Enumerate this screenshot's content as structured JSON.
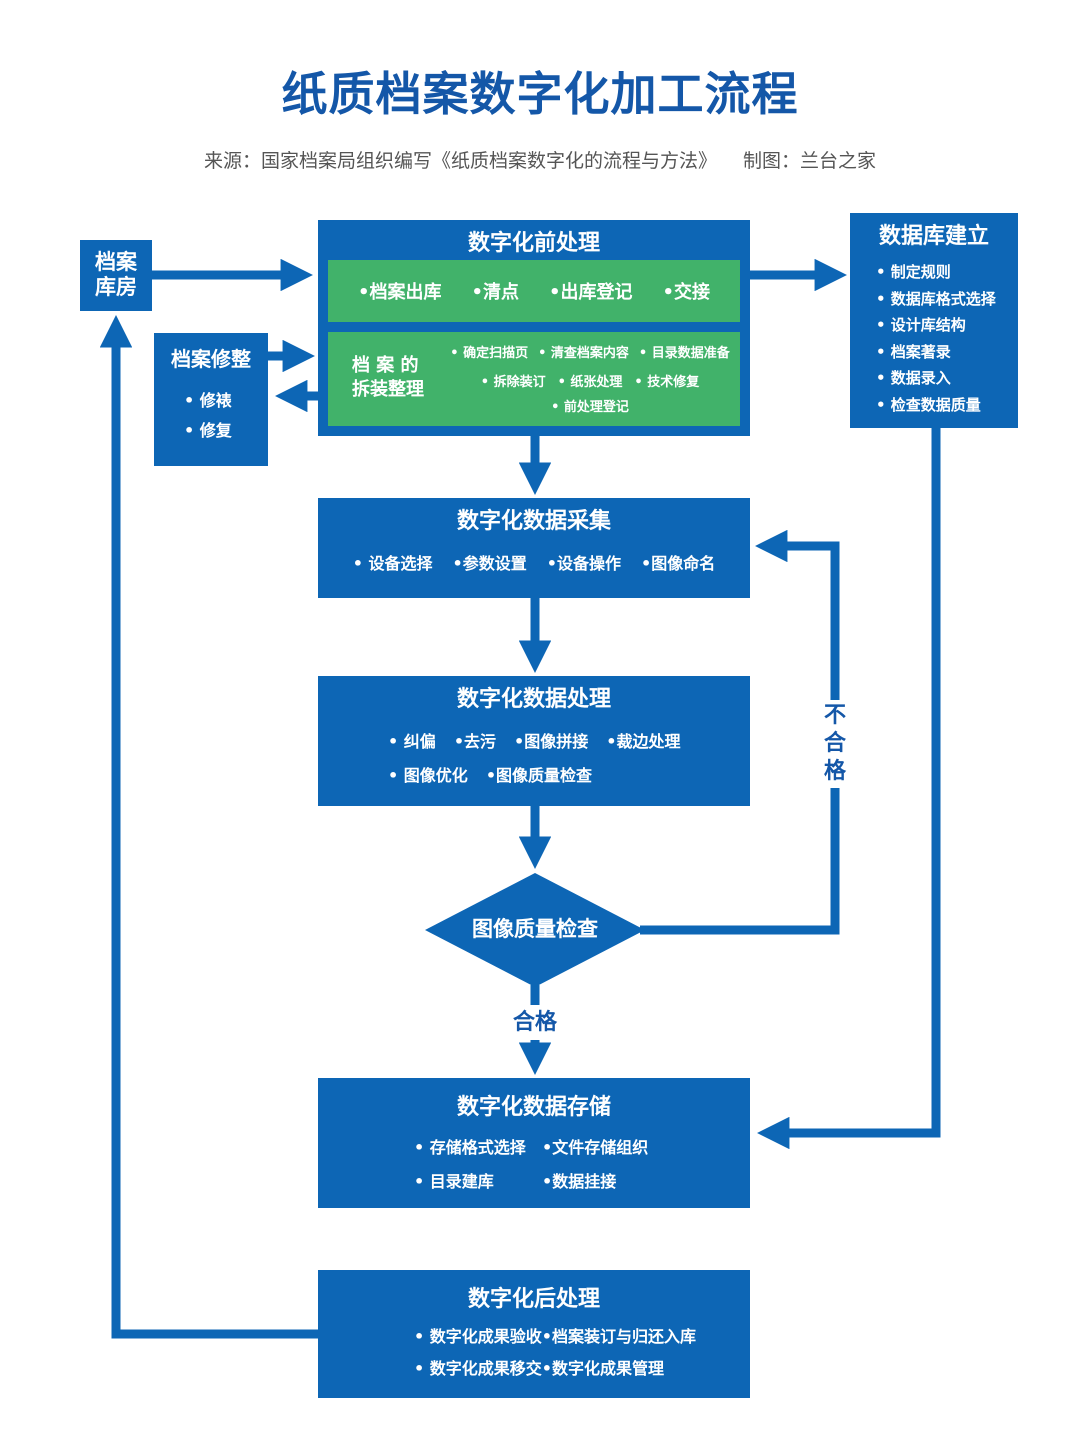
{
  "header": {
    "title": "纸质档案数字化加工流程",
    "source": "来源：国家档案局组织编写《纸质档案数字化的流程与方法》",
    "author": "制图：兰台之家"
  },
  "colors": {
    "primary": "#0d66b5",
    "green": "#41b26a",
    "title": "#1457a8"
  },
  "nodes": {
    "archive_storage": {
      "line1": "档案",
      "line2": "库房"
    },
    "archive_repair": {
      "title": "档案修整",
      "items": [
        "• 修裱",
        "• 修复"
      ]
    },
    "pre_processing": {
      "title": "数字化前处理",
      "step1_items": [
        "•档案出库",
        "•清点",
        "•出库登记",
        "•交接"
      ],
      "dismantle_label_1": "档 案 的",
      "dismantle_label_2": "拆装整理",
      "dismantle_row1": [
        "• 确定扫描页",
        "• 清查档案内容",
        "• 目录数据准备"
      ],
      "dismantle_row2": [
        "• 拆除装订",
        "• 纸张处理",
        "• 技术修复"
      ],
      "dismantle_row3": [
        "• 前处理登记"
      ]
    },
    "database": {
      "title": "数据库建立",
      "items": [
        "• 制定规则",
        "• 数据库格式选择",
        "• 设计库结构",
        "• 档案著录",
        "• 数据录入",
        "• 检查数据质量"
      ]
    },
    "capture": {
      "title": "数字化数据采集",
      "items": [
        "• 设备选择",
        "•参数设置",
        "•设备操作",
        "•图像命名"
      ]
    },
    "processing": {
      "title": "数字化数据处理",
      "row1": [
        "• 纠偏",
        "•去污",
        "•图像拼接",
        "•裁边处理"
      ],
      "row2": [
        "• 图像优化",
        "•图像质量检查"
      ]
    },
    "quality_check": {
      "label": "图像质量检查"
    },
    "storage": {
      "title": "数字化数据存储",
      "row1": [
        "• 存储格式选择",
        "•文件存储组织"
      ],
      "row2": [
        "• 目录建库",
        "•数据挂接"
      ]
    },
    "post_processing": {
      "title": "数字化后处理",
      "row1": "• 数字化成果验收•档案装订与归还入库",
      "row2": "• 数字化成果移交•数字化成果管理"
    }
  },
  "labels": {
    "fail": [
      "不",
      "合",
      "格"
    ],
    "pass": "合格"
  }
}
